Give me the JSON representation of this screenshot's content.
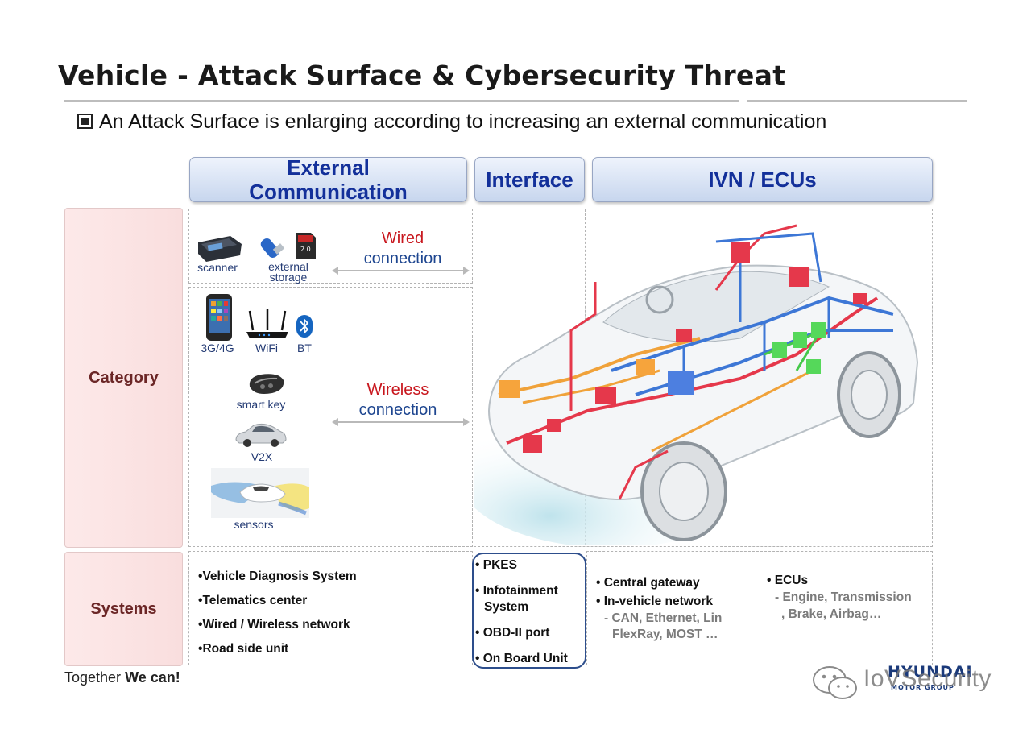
{
  "title": "Vehicle - Attack Surface & Cybersecurity Threat",
  "subtitle": "An Attack Surface is enlarging according to increasing an external communication",
  "headers": {
    "external": "External Communication",
    "interface": "Interface",
    "ivn": "IVN / ECUs"
  },
  "rows": {
    "category": "Category",
    "systems": "Systems"
  },
  "wired_devices": {
    "scanner": "scanner",
    "storage": "external storage"
  },
  "wireless_devices": {
    "cell": "3G/4G",
    "wifi": "WiFi",
    "bt": "BT",
    "smartkey": "smart key",
    "v2x": "V2X",
    "sensors": "sensors"
  },
  "wired_conn": {
    "line1": "Wired",
    "line2": "connection"
  },
  "wireless_conn": {
    "line1": "Wireless",
    "line2": "connection"
  },
  "systems_external": [
    "Vehicle Diagnosis System",
    "Telematics center",
    "Wired / Wireless network",
    "Road side unit"
  ],
  "systems_interface": [
    "PKES",
    "Infotainment System",
    "OBD-II port",
    "On Board Unit"
  ],
  "systems_ivn": {
    "gateway": "Central gateway",
    "network": "In-vehicle network",
    "network_detail_1": "- CAN, Ethernet, Lin",
    "network_detail_2": "FlexRay, MOST …"
  },
  "systems_ecus": {
    "label": "ECUs",
    "detail_1": "- Engine, Transmission",
    "detail_2": ", Brake, Airbag…"
  },
  "footer": {
    "slogan_a": "Together ",
    "slogan_b": "We can!",
    "watermark": "IoVSecurity",
    "brand": "HYUNDAI",
    "brand_sub": "MOTOR GROUP"
  },
  "colors": {
    "header_text": "#13309a",
    "row_label": "#6b2626",
    "wired_red": "#c8161d",
    "link_blue": "#1e4690"
  }
}
